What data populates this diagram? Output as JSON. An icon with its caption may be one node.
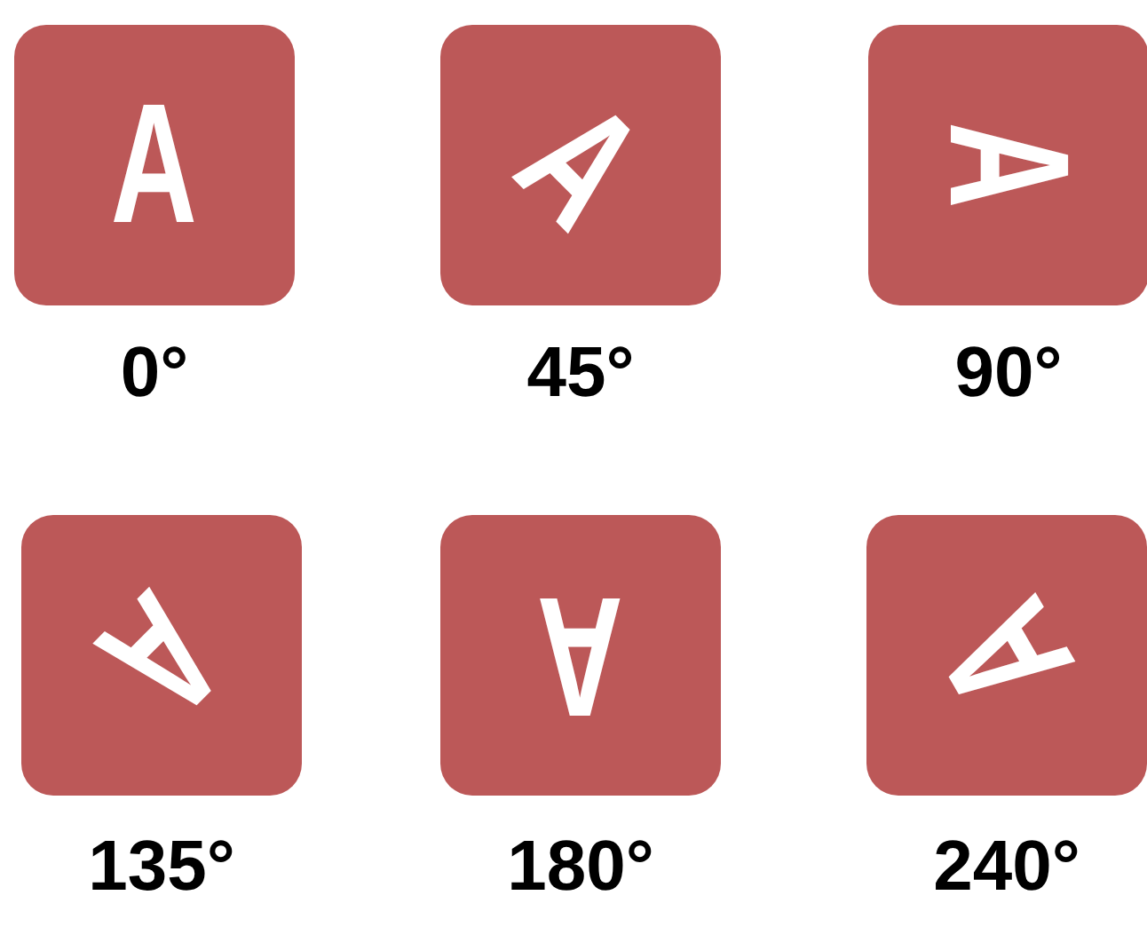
{
  "diagram": {
    "nodes": [
      {
        "text": [
          "A"
        ],
        "beside": [
          "0°"
        ]
      },
      {
        "text": [
          "A"
        ],
        "beside": [
          "45°"
        ]
      },
      {
        "text": [
          "A"
        ],
        "beside": [
          "90°"
        ]
      },
      {
        "text": [
          "A"
        ],
        "beside": [
          "135°"
        ]
      },
      {
        "text": [
          "A"
        ],
        "beside": [
          "180°"
        ]
      },
      {
        "text": [
          "A"
        ],
        "beside": [
          "240°"
        ]
      }
    ]
  }
}
